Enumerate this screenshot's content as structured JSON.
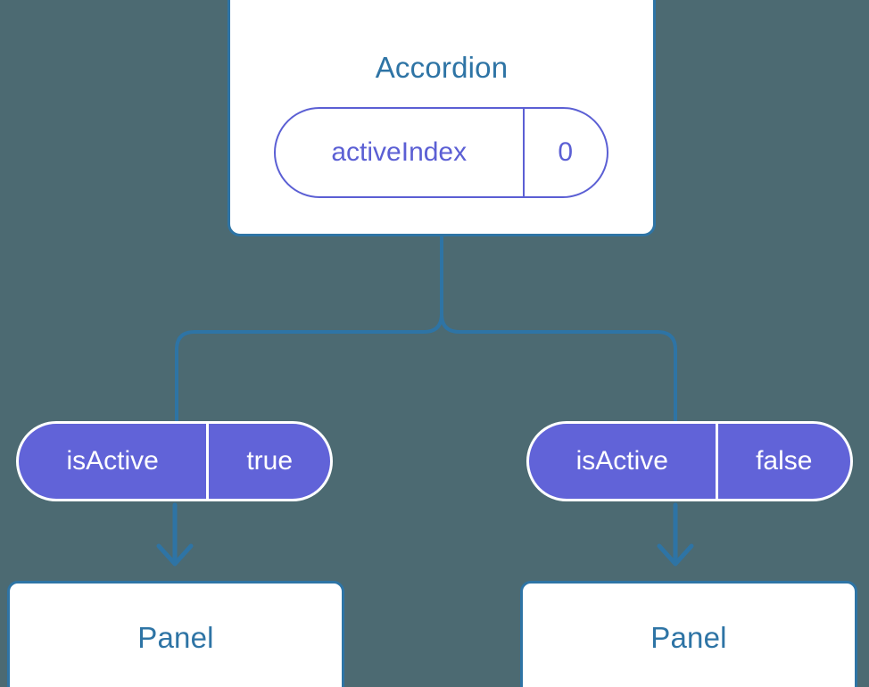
{
  "diagram": {
    "type": "component-tree",
    "background_color": "#4c6a72",
    "accent_blue": "#2e74a5",
    "accent_purple": "#6163d8",
    "root": {
      "name": "accordion",
      "title": "Accordion",
      "state_pill": {
        "key": "activeIndex",
        "value": "0"
      }
    },
    "branches": [
      {
        "name": "left",
        "prop_pill": {
          "key": "isActive",
          "value": "true"
        },
        "child_title": "Panel"
      },
      {
        "name": "right",
        "prop_pill": {
          "key": "isActive",
          "value": "false"
        },
        "child_title": "Panel"
      }
    ]
  }
}
